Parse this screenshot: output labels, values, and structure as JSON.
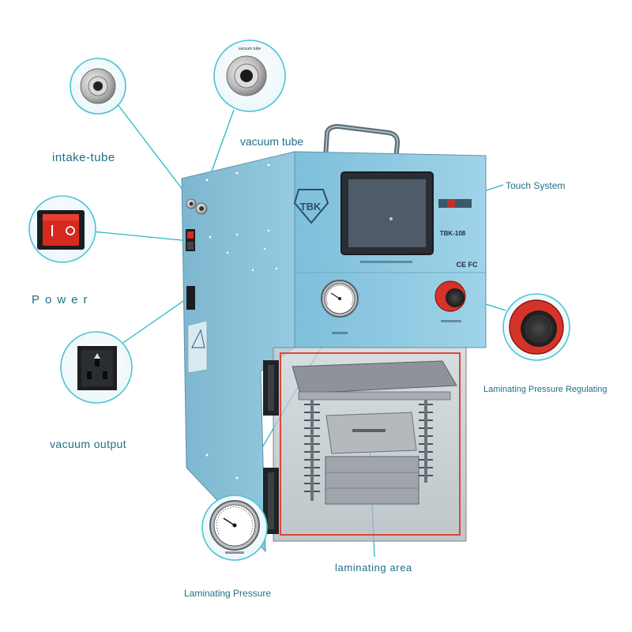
{
  "callouts": {
    "intake_tube": "intake-tube",
    "vacuum_tube": "vacuum tube",
    "power": "Power",
    "vacuum_output": "vacuum output",
    "touch_system": "Touch System",
    "laminating_pressure_regulating": "Laminating Pressure Regulating",
    "laminating_area": "laminating area",
    "laminating_pressure": "Laminating Pressure"
  },
  "machine": {
    "brand": "TBK",
    "model": "TBK-108",
    "ce_mark": "CE FC"
  },
  "inset_texts": {
    "vacuum_tube_tag": "vacuum tube"
  },
  "colors": {
    "machine_body": "#8fc9e0",
    "callout_line": "#2bb7c9",
    "label_text": "#1f6f8b",
    "power_switch": "#d62a1e",
    "chamber_seal": "#e0443b"
  }
}
